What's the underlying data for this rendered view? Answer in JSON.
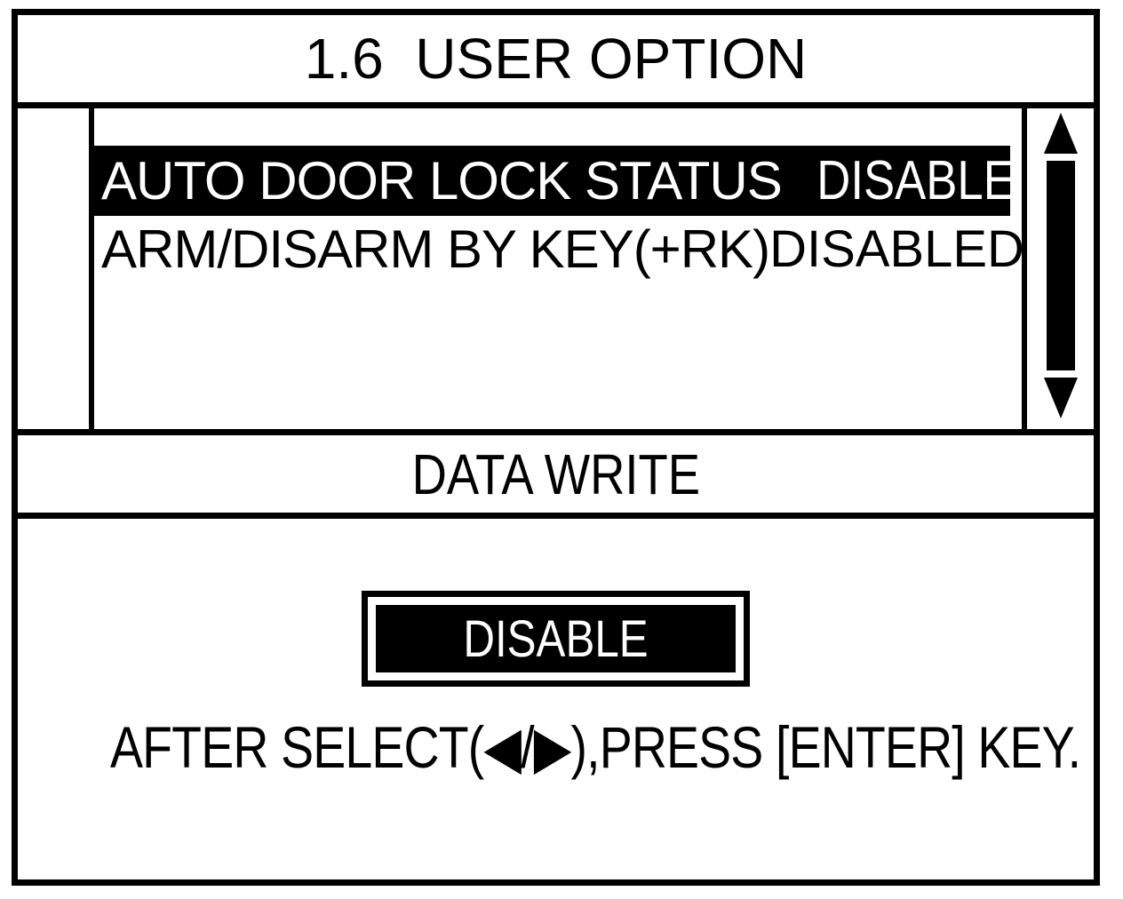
{
  "title": "1.6  USER OPTION",
  "list": {
    "items": [
      {
        "label": "AUTO DOOR LOCK STATUS",
        "value": "DISABLE",
        "selected": true
      },
      {
        "label": "ARM/DISARM BY KEY(+RK)",
        "value": "DISABLED",
        "selected": false
      }
    ]
  },
  "scrollbar": {
    "up_icon": "up-triangle",
    "down_icon": "down-triangle"
  },
  "section_header": "DATA WRITE",
  "editor": {
    "value": "DISABLE",
    "instruction": "AFTER SELECT(◀/▶),PRESS [ENTER] KEY."
  },
  "colors": {
    "foreground": "#000000",
    "background": "#ffffff"
  }
}
